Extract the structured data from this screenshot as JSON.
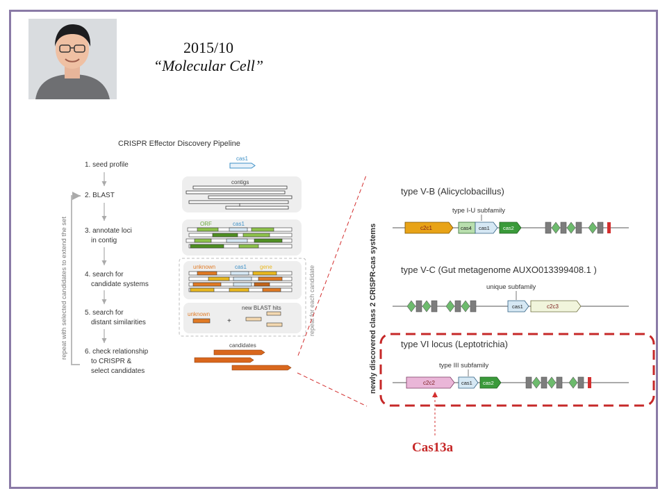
{
  "header": {
    "date": "2015/10",
    "journal": "“Molecular Cell”"
  },
  "pipeline": {
    "title": "CRISPR Effector Discovery Pipeline",
    "steps": [
      {
        "line1": "1. seed profile",
        "line2": "",
        "line3": ""
      },
      {
        "line1": "2. BLAST",
        "line2": "",
        "line3": ""
      },
      {
        "line1": "3. annotate loci",
        "line2": "in contig",
        "line3": ""
      },
      {
        "line1": "4. search for",
        "line2": "candidate systems",
        "line3": ""
      },
      {
        "line1": "5. search for",
        "line2": "distant similarities",
        "line3": ""
      },
      {
        "line1": "6. check relationship",
        "line2": "to CRISPR &",
        "line3": "select candidates"
      }
    ],
    "repeat_label": "repeat with selected candidates to extend the set",
    "repeat_each_label": "repeat for each candidate",
    "labels": {
      "cas1": "cas1",
      "contigs": "contigs",
      "orf": "ORF",
      "unknown": "unknown",
      "gene": "gene",
      "new_blast_hits": "new BLAST hits",
      "plus": "+",
      "candidates": "candidates"
    }
  },
  "loci": {
    "side_label": "newly discovered class 2 CRISPR-cas systems",
    "vb": {
      "title": "type V-B (Alicyclobacillus)",
      "subfamily": "type I-U subfamily",
      "genes": [
        "c2c1",
        "cas4",
        "cas1",
        "cas2"
      ]
    },
    "vc": {
      "title": "type V-C (Gut metagenome AUXO013399408.1 )",
      "subfamily": "unique subfamily",
      "genes": [
        "cas1",
        "c2c3"
      ]
    },
    "vi": {
      "title": "type VI locus (Leptotrichia)",
      "subfamily": "type III subfamily",
      "genes": [
        "c2c2",
        "cas1",
        "cas2"
      ]
    }
  },
  "callout": "Cas13a",
  "colors": {
    "frame": "#8a7aa6",
    "highlight": "#c62828",
    "c2c1": "#e8a317",
    "green": "#3a9a3a",
    "light_green": "#b9dfae",
    "cas1_blue": "#d6e8f4",
    "c2c3": "#f1f5dc",
    "c2c2": "#eab6d8",
    "orange": "#e07a24",
    "yellow": "#e9b820",
    "repeat_gray": "#7d7d7d",
    "spacer_green": "#6dbb6d"
  }
}
